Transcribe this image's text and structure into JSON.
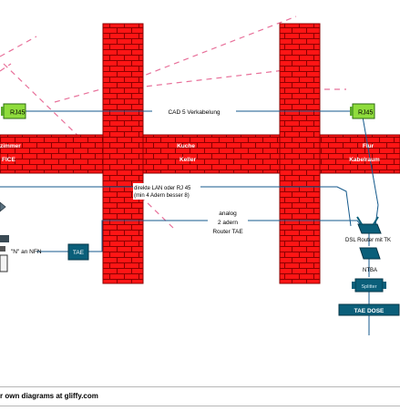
{
  "rooms": {
    "zimmer": "zimmer",
    "fice": "FICE",
    "kueche": "Kuche",
    "keller": "Keller",
    "flur": "Flur",
    "kabelraum": "Kabelraum"
  },
  "labels": {
    "rj45_left": "RJ45",
    "rj45_right": "RJ45",
    "cad5": "CAD 5 Verkabelung",
    "direkte_line1": "direkte LAN oder RJ 45",
    "direkte_line2": "(min 4 Adern besser 8)",
    "analog_line1": "analog",
    "analog_line2": "2 adern",
    "analog_line3": "Router TAE",
    "n_an_nfn": "\"N\" an NFN",
    "tae_small": "TAE",
    "dsl_router": "DSL Router mit TK",
    "ntba": "NTBA",
    "splitter": "Splitter",
    "tae_dose": "TAE DOSE"
  },
  "footer": {
    "text": "r own diagrams at gliffy.com"
  },
  "colors": {
    "brick": "#ff1111",
    "mortar": "#8a0000",
    "device_teal": "#0b5f7a",
    "rj45_green": "#8fdc3c",
    "pink_dash": "#e8709a",
    "line_blue": "#155a8c"
  }
}
